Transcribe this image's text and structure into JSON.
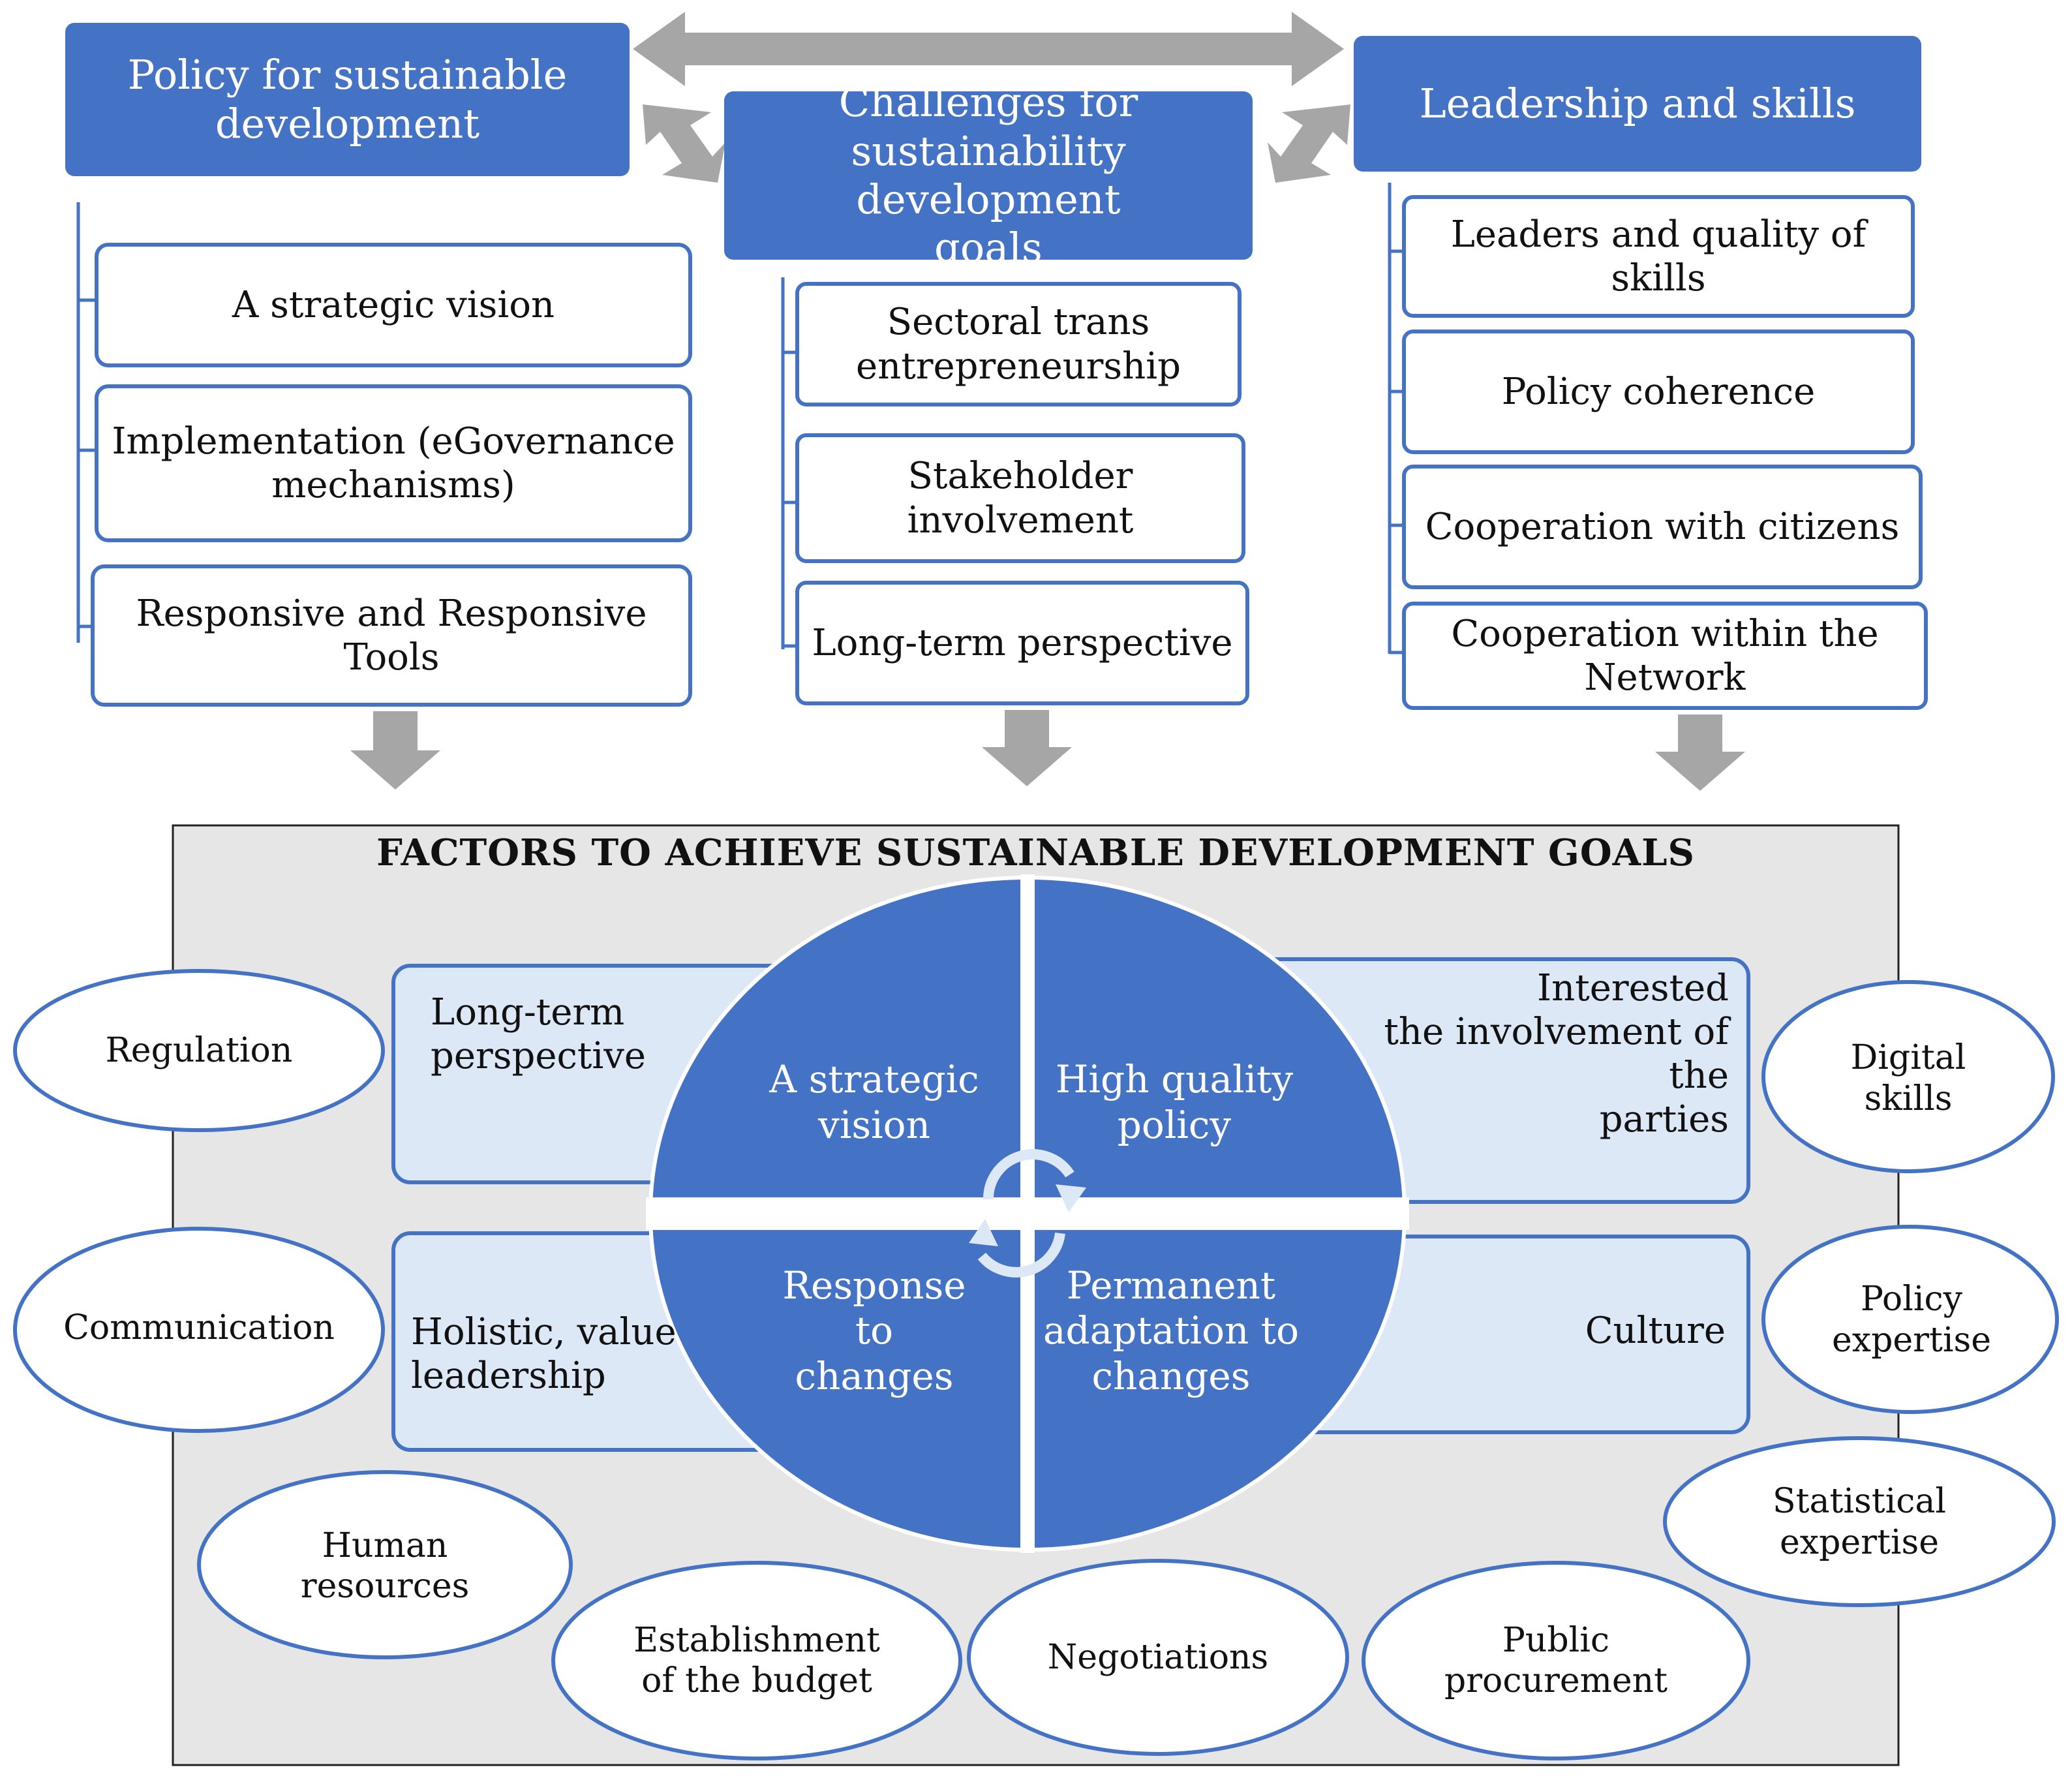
{
  "colors": {
    "primary_blue": "#4472C4",
    "light_blue": "#DDE8F6",
    "panel_gray": "#E7E6E6",
    "arrow_gray": "#A6A6A6"
  },
  "icons": {
    "cycle": "circular-arrows-icon",
    "arrows": "gray-block-arrow"
  },
  "columns": [
    {
      "title": "Policy for sustainable\ndevelopment",
      "items": [
        "A strategic vision",
        "Implementation (eGovernance\nmechanisms)",
        "Responsive and Responsive\nTools"
      ]
    },
    {
      "title": "Challenges for\nsustainability development\ngoals",
      "items": [
        "Sectoral trans\nentrepreneurship",
        "Stakeholder\ninvolvement",
        "Long-term perspective"
      ]
    },
    {
      "title": "Leadership and skills",
      "items": [
        "Leaders and quality of skills",
        "Policy coherence",
        "Cooperation with citizens",
        "Cooperation within the\nNetwork"
      ]
    }
  ],
  "factors": {
    "title": "FACTORS TO ACHIEVE SUSTAINABLE DEVELOPMENT GOALS",
    "quadrants": [
      "A strategic\nvision",
      "High quality\npolicy",
      "Response\nto\nchanges",
      "Permanent\nadaptation to\nchanges"
    ],
    "side_boxes": [
      "Long-term\nperspective",
      "Interested\nthe involvement of the\nparties",
      "Holistic, value\nleadership",
      "Culture"
    ],
    "ellipses": [
      "Regulation",
      "Communication",
      "Human\nresources",
      "Establishment\nof the budget",
      "Negotiations",
      "Public\nprocurement",
      "Statistical\nexpertise",
      "Policy\nexpertise",
      "Digital\nskills"
    ]
  }
}
